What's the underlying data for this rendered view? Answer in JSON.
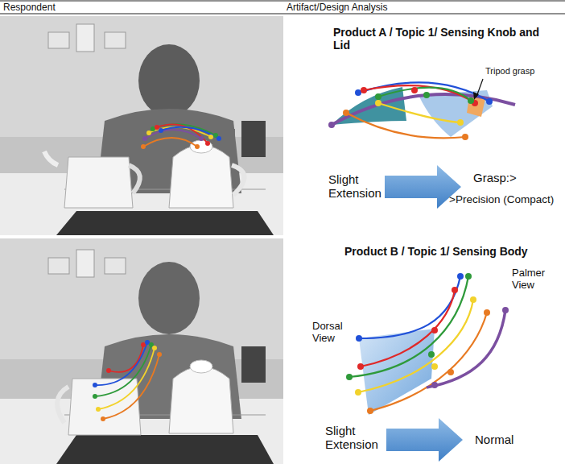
{
  "diagram": {
    "labels": [
      "Respondent",
      "Artifact/Design Analysis",
      "Product A / Topic 1/ Sensing Knob and Lid",
      "Tripod grasp",
      "Slight Extension",
      "Grasp:>",
      ">Precision (Compact)",
      "Product B / Topic 1/ Sensing Body",
      "Palmer View",
      "Dorsal View",
      "Slight Extension",
      "Normal"
    ]
  }
}
